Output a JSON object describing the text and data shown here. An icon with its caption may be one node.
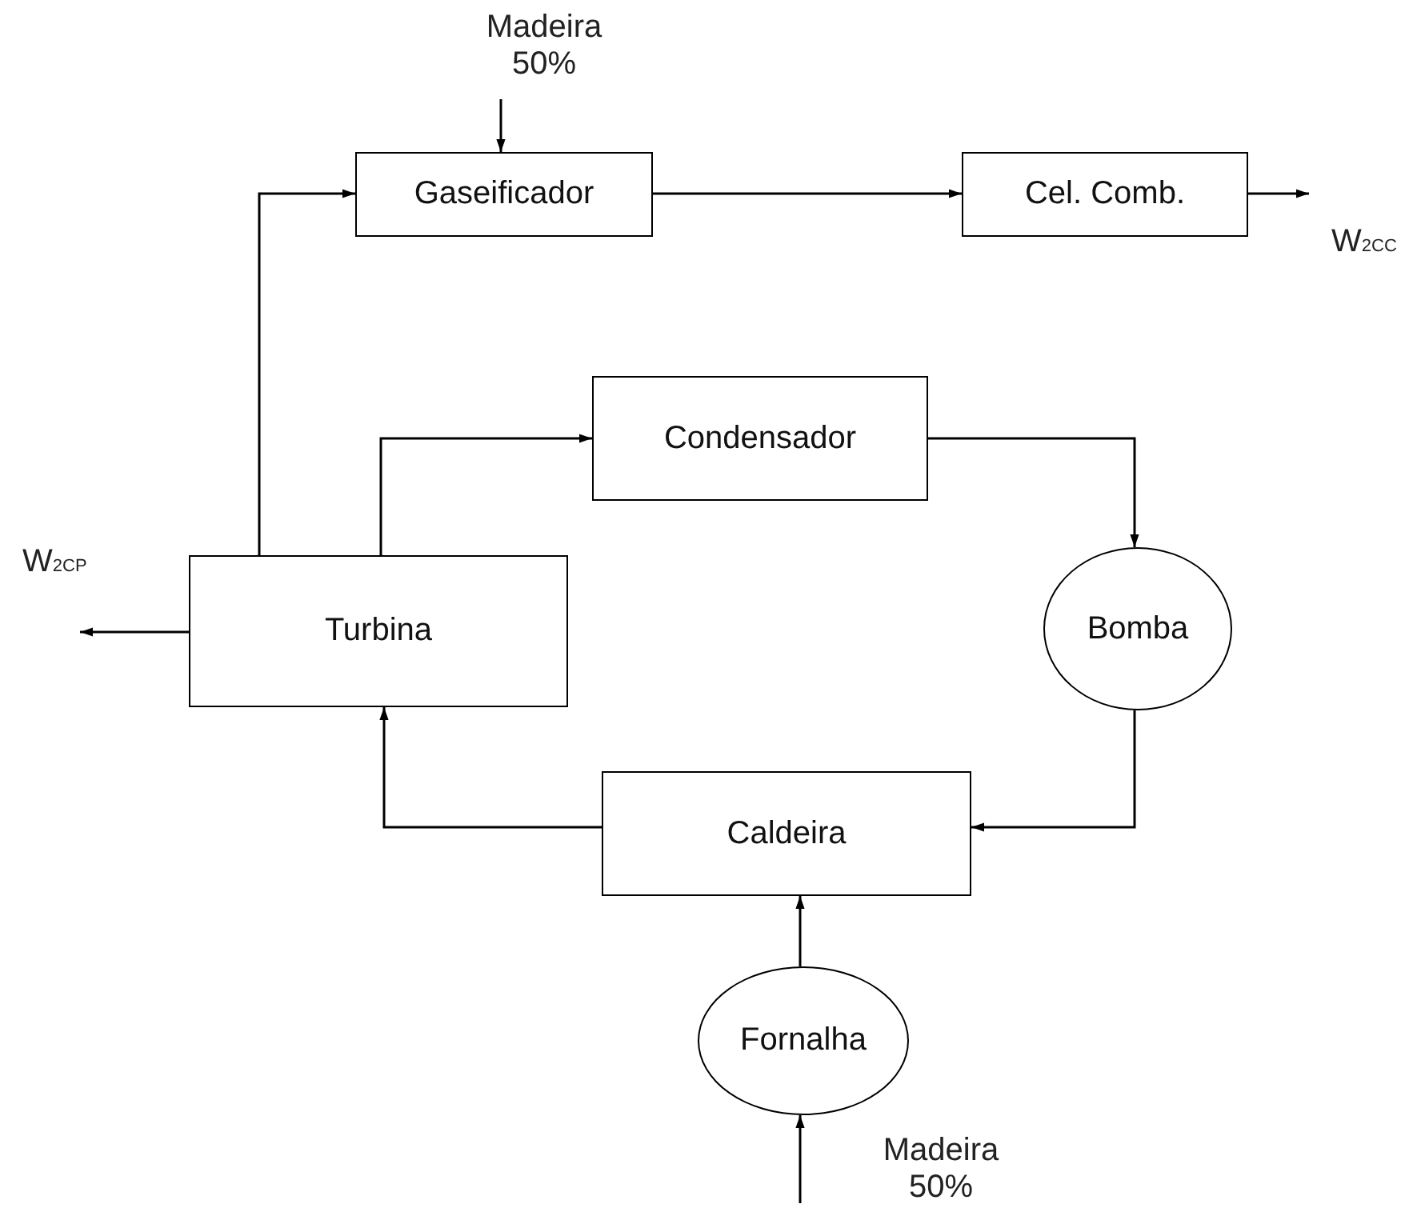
{
  "diagram": {
    "nodes": [
      {
        "text": [
          "Gaseificador"
        ]
      },
      {
        "text": [
          "Cel. Comb."
        ]
      },
      {
        "text": [
          "Condensador"
        ]
      },
      {
        "text": [
          "Turbina"
        ]
      },
      {
        "text": [
          "Bomba"
        ]
      },
      {
        "text": [
          "Caldeira"
        ]
      },
      {
        "text": [
          "Fornalha"
        ]
      }
    ],
    "edges": [
      {
        "from": null,
        "to": 0,
        "arrow": "to"
      },
      {
        "from": 0,
        "to": 1,
        "arrow": "to"
      },
      {
        "from": 1,
        "to": null,
        "arrow": "to"
      },
      {
        "from": 3,
        "to": 0,
        "arrow": "to"
      },
      {
        "from": 3,
        "to": 2,
        "arrow": "to"
      },
      {
        "from": 2,
        "to": 4,
        "arrow": "to"
      },
      {
        "from": 4,
        "to": 5,
        "arrow": "to"
      },
      {
        "from": 5,
        "to": 3,
        "arrow": "to"
      },
      {
        "from": 6,
        "to": 5,
        "arrow": "to"
      },
      {
        "from": null,
        "to": 6,
        "arrow": "to"
      },
      {
        "from": 3,
        "to": null,
        "arrow": "to"
      }
    ],
    "labels": [
      "Madeira 50%",
      "W$_{2CC}$",
      "W$_{2CP}$",
      "Madeira 50%"
    ]
  }
}
